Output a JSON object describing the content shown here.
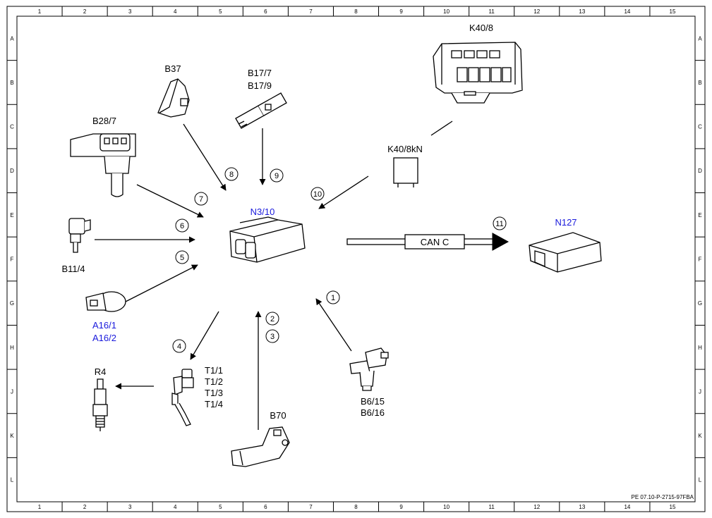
{
  "grid": {
    "columns": [
      "1",
      "2",
      "3",
      "4",
      "5",
      "6",
      "7",
      "8",
      "9",
      "10",
      "11",
      "12",
      "13",
      "14",
      "15"
    ],
    "rows": [
      "A",
      "B",
      "C",
      "D",
      "E",
      "F",
      "G",
      "H",
      "J",
      "K",
      "L"
    ]
  },
  "components": {
    "k40_8": "K40/8",
    "k40_8kn": "K40/8kN",
    "b37": "B37",
    "b17": [
      "B17/7",
      "B17/9"
    ],
    "b28_7": "B28/7",
    "b11_4": "B11/4",
    "a16": [
      "A16/1",
      "A16/2"
    ],
    "n3_10": "N3/10",
    "n127": "N127",
    "r4": "R4",
    "t1": [
      "T1/1",
      "T1/2",
      "T1/3",
      "T1/4"
    ],
    "b70": "B70",
    "b6": [
      "B6/15",
      "B6/16"
    ]
  },
  "can_bus": "CAN C",
  "signals": [
    "1",
    "2",
    "3",
    "4",
    "5",
    "6",
    "7",
    "8",
    "9",
    "10",
    "11"
  ],
  "reference": "PE 07.10-P-2715-97FBA",
  "colors": {
    "blue_label": "#1a1adc",
    "line": "#000000"
  }
}
